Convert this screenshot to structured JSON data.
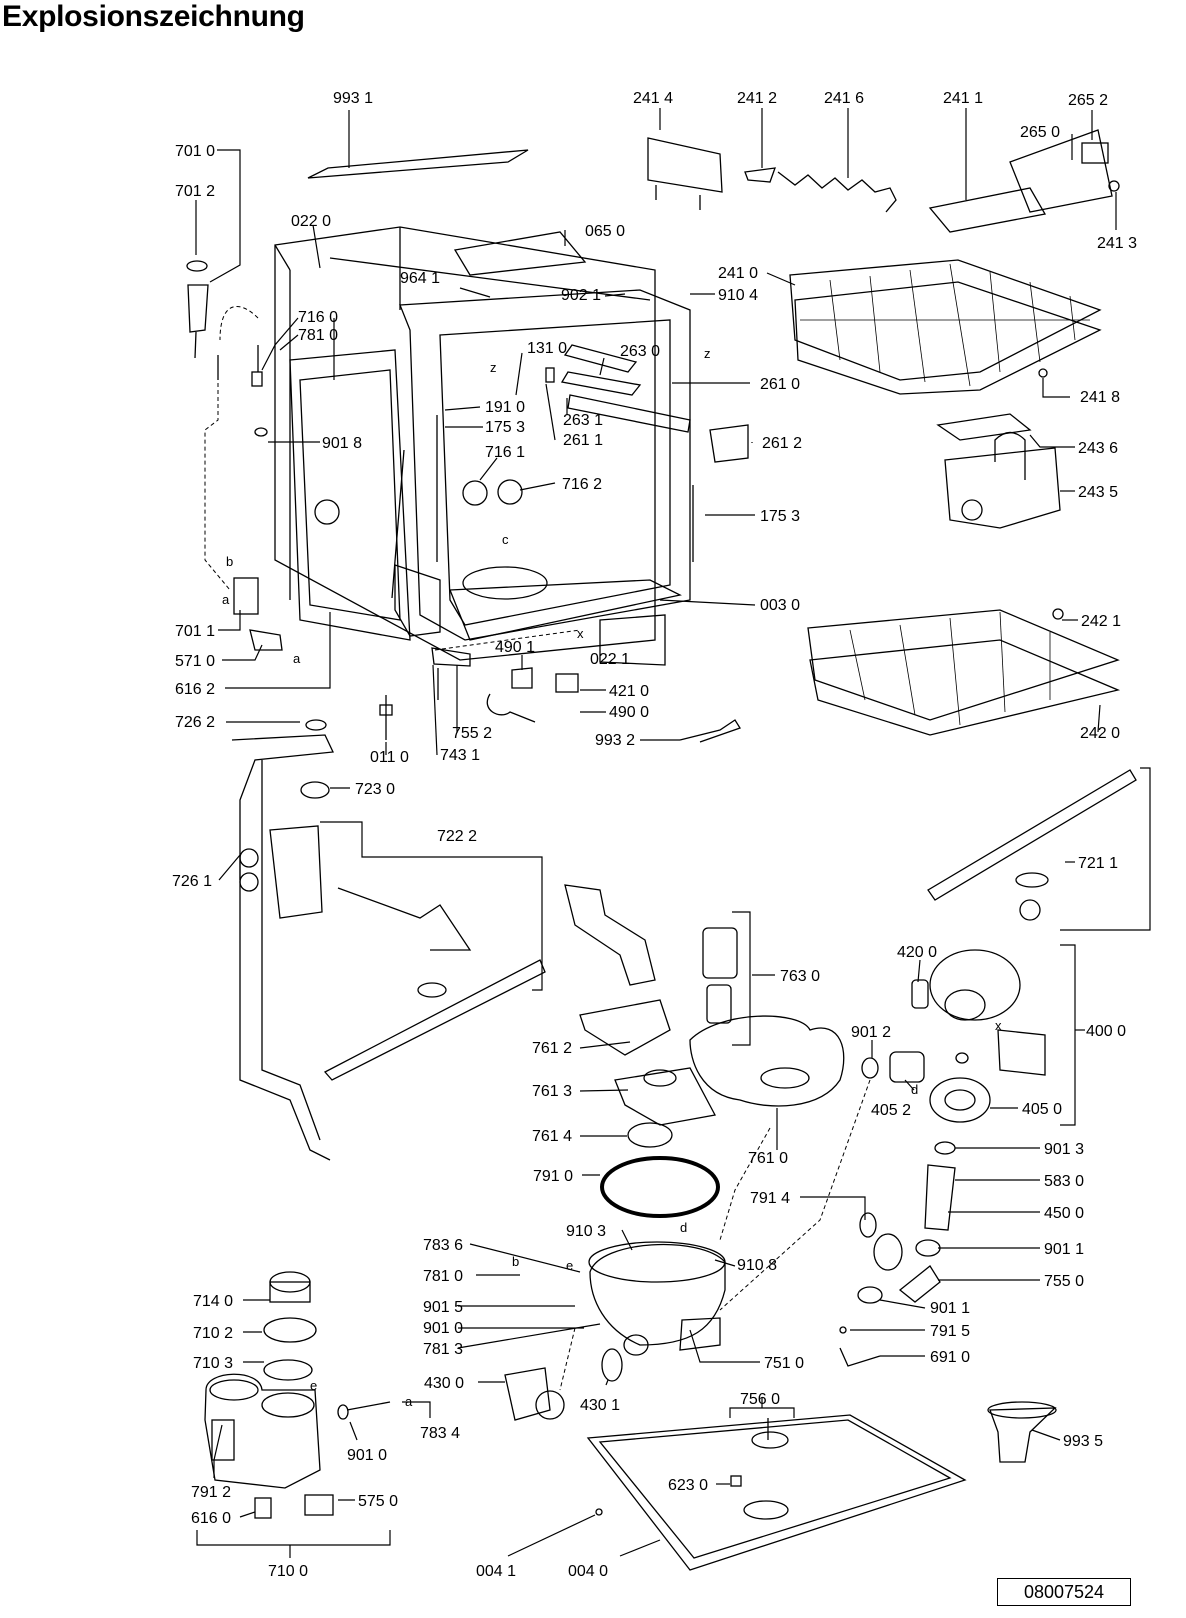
{
  "title": "Explosionszeichnung",
  "doc_number": "08007524",
  "labels": {
    "p9931": "993 1",
    "p2414": "241 4",
    "p2412": "241 2",
    "p2416": "241 6",
    "p2411": "241 1",
    "p2652": "265 2",
    "p2650": "265 0",
    "p2413": "241 3",
    "p7010": "701 0",
    "p7012": "701 2",
    "p0220": "022 0",
    "p0650": "065 0",
    "p9641": "964 1",
    "p9021": "902 1",
    "p9104": "910 4",
    "p2410": "241 0",
    "p7160": "716 0",
    "p7810a": "781 0",
    "p1310": "131 0",
    "p2630": "263 0",
    "p2610": "261 0",
    "p2418": "241 8",
    "p1910": "191 0",
    "p1753a": "175 3",
    "p2631": "263 1",
    "p2611": "261 1",
    "p2612": "261 2",
    "p9018": "901 8",
    "p7161": "716 1",
    "p7162": "716 2",
    "p2436": "243 6",
    "p2435": "243 5",
    "p1753b": "175 3",
    "p0030": "003 0",
    "p2421": "242 1",
    "p4901": "490 1",
    "p7011": "701 1",
    "p5710": "571 0",
    "p0221": "022 1",
    "p4210": "421 0",
    "p6162": "616 2",
    "p4900": "490 0",
    "p2420": "242 0",
    "p7262": "726 2",
    "p7552": "755 2",
    "p7431": "743 1",
    "p0110": "011 0",
    "p9932": "993 2",
    "p7230": "723 0",
    "p7222": "722 2",
    "p7211": "721 1",
    "p7261": "726 1",
    "p4200": "420 0",
    "p7630": "763 0",
    "p4000": "400 0",
    "p9012": "901 2",
    "p7612": "761 2",
    "p4052": "405 2",
    "p4050": "405 0",
    "p7613": "761 3",
    "p7614": "761 4",
    "p9013": "901 3",
    "p7610": "761 0",
    "p7910": "791 0",
    "p5830": "583 0",
    "p7914": "791 4",
    "p4500": "450 0",
    "p9103": "910 3",
    "p7836": "783 6",
    "p9108": "910 8",
    "p9011a": "901 1",
    "p7810b": "781 0",
    "p7550": "755 0",
    "p9015": "901 5",
    "p9011b": "901 1",
    "p9010a": "901 0",
    "p7915": "791 5",
    "p7813": "781 3",
    "p6910": "691 0",
    "p7140": "714 0",
    "p7510": "751 0",
    "p7102": "710 2",
    "p7103": "710 3",
    "p4300": "430 0",
    "p4301": "430 1",
    "p7560": "756 0",
    "p7834": "783 4",
    "p9010b": "901 0",
    "p9935": "993 5",
    "p6230": "623 0",
    "p7912": "791 2",
    "p5750": "575 0",
    "p6160": "616 0",
    "p7100": "710 0",
    "p0041": "004 1",
    "p0040": "004 0",
    "la": "a",
    "lb": "b",
    "lz1": "z",
    "lz2": "z",
    "lx1": "x",
    "lx2": "x",
    "lc": "c",
    "ld1": "d",
    "ld2": "d",
    "le1": "e",
    "le2": "e",
    "la2": "a",
    "lb2": "b",
    "la3": "a"
  }
}
